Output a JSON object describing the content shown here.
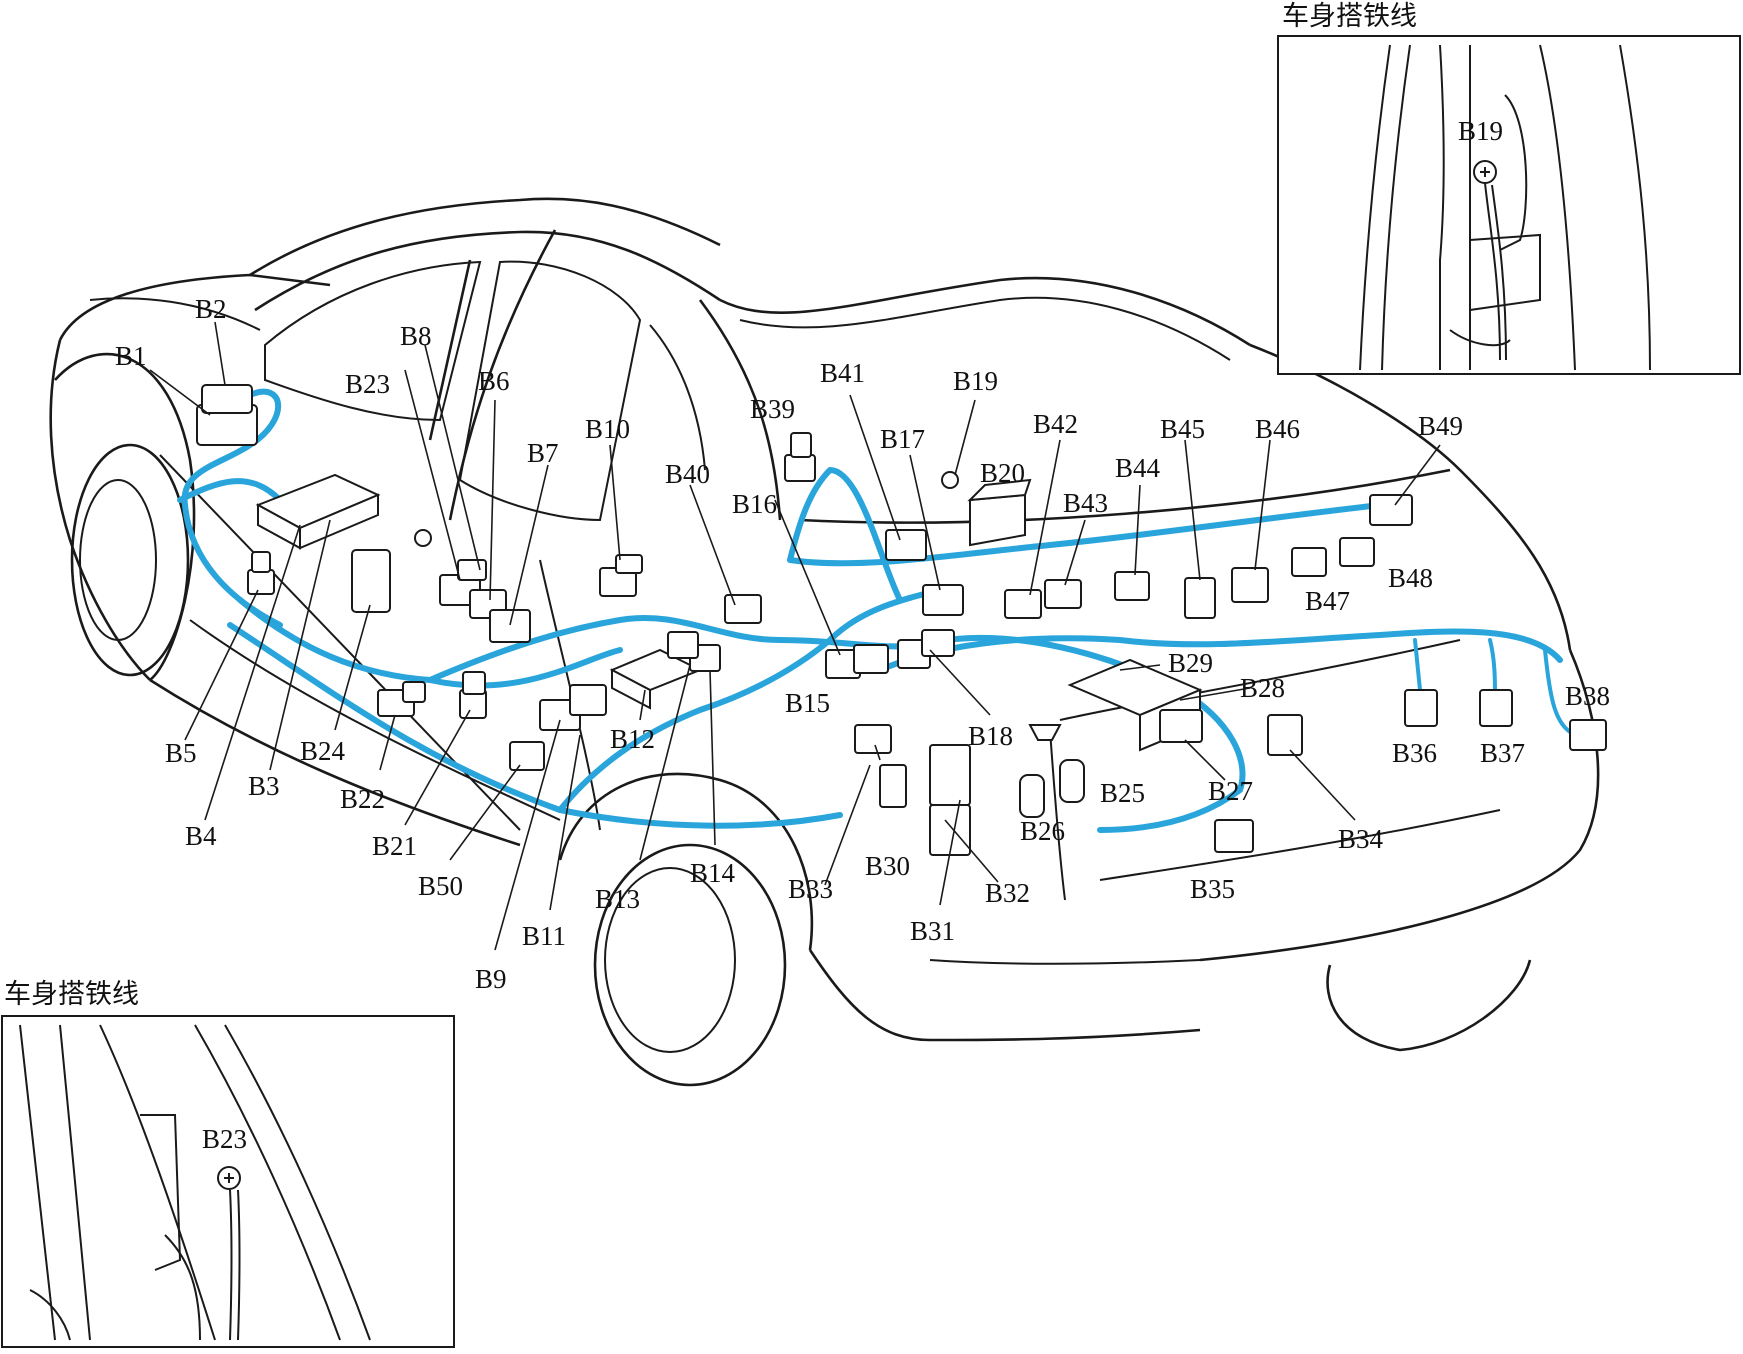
{
  "inset_top_right": {
    "title": "车身搭铁线",
    "label": "B19"
  },
  "inset_bottom_left": {
    "title": "车身搭铁线",
    "label": "B23"
  },
  "labels": {
    "B1": "B1",
    "B2": "B2",
    "B3": "B3",
    "B4": "B4",
    "B5": "B5",
    "B6": "B6",
    "B7": "B7",
    "B8": "B8",
    "B9": "B9",
    "B10": "B10",
    "B11": "B11",
    "B12": "B12",
    "B13": "B13",
    "B14": "B14",
    "B15": "B15",
    "B16": "B16",
    "B17": "B17",
    "B18": "B18",
    "B19": "B19",
    "B20": "B20",
    "B21": "B21",
    "B22": "B22",
    "B23": "B23",
    "B24": "B24",
    "B25": "B25",
    "B26": "B26",
    "B27": "B27",
    "B28": "B28",
    "B29": "B29",
    "B30": "B30",
    "B31": "B31",
    "B32": "B32",
    "B33": "B33",
    "B34": "B34",
    "B35": "B35",
    "B36": "B36",
    "B37": "B37",
    "B38": "B38",
    "B39": "B39",
    "B40": "B40",
    "B41": "B41",
    "B42": "B42",
    "B43": "B43",
    "B44": "B44",
    "B45": "B45",
    "B46": "B46",
    "B47": "B47",
    "B48": "B48",
    "B49": "B49",
    "B50": "B50"
  },
  "colors": {
    "harness": "#29a5dc",
    "outline": "#1a1a1a",
    "background": "#ffffff"
  }
}
